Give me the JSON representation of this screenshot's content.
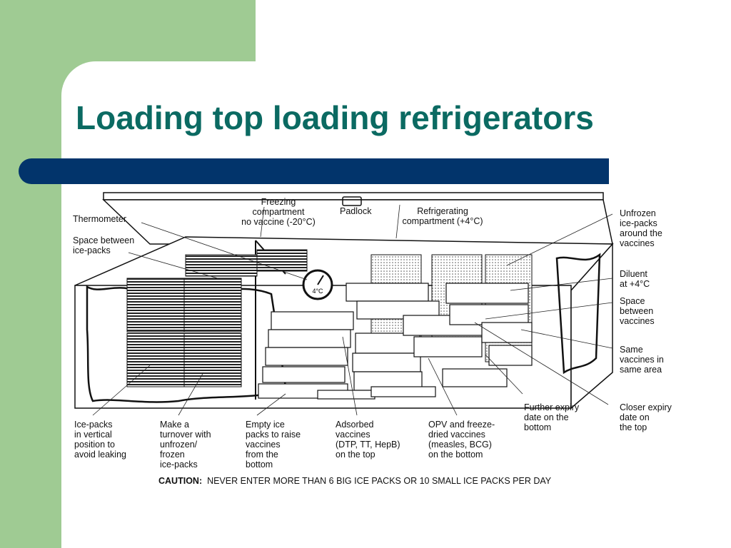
{
  "slide": {
    "title": "Loading top loading refrigerators",
    "colors": {
      "title": "#0b6a62",
      "band": "#02346b",
      "side_panel": "#9fcb93"
    }
  },
  "diagram": {
    "labels": {
      "thermometer": "Thermometer",
      "space_between_icepacks": "Space between\nice-packs",
      "freezing_compartment": "Freezing\ncompartment\nno vaccine (-20°C)",
      "padlock": "Padlock",
      "refrigerating_compartment": "Refrigerating\ncompartment (+4°C)",
      "unfrozen_icepacks": "Unfrozen\nice-packs\naround the\nvaccines",
      "diluent": "Diluent\nat +4°C",
      "space_between_vaccines": "Space\nbetween\nvaccines",
      "same_vaccines": "Same\nvaccines in\nsame area",
      "closer_expiry": "Closer expiry\ndate on\nthe top",
      "further_expiry": "Further expiry\ndate on the\nbottom",
      "icepacks_vertical": "Ice-packs\nin vertical\nposition to\navoid leaking",
      "turnover": "Make a\nturnover with\nunfrozen/\nfrozen\nice-packs",
      "empty_icepacks": "Empty ice\npacks to raise\nvaccines\nfrom the\nbottom",
      "adsorbed_vaccines": "Adsorbed\nvaccines\n(DTP, TT, HepB)\non the top",
      "opv_vaccines": "OPV and freeze-\ndried vaccines\n(measles, BCG)\non the bottom",
      "thermometer_reading": "4°C"
    },
    "caution": {
      "prefix": "CAUTION:",
      "text": "NEVER ENTER MORE THAN 6 BIG ICE PACKS OR 10 SMALL ICE PACKS PER DAY"
    }
  }
}
